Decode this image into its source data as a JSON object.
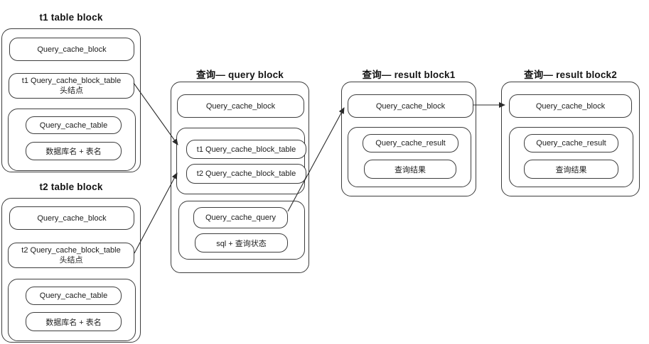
{
  "colors": {
    "stroke": "#3d3d3d",
    "arrow": "#2b2b2b",
    "text": "#1c1c1c",
    "background": "#ffffff"
  },
  "blocks": {
    "t1": {
      "title": "t1 table block",
      "query_cache_block": "Query_cache_block",
      "block_table": "t1 Query_cache_block_table",
      "head_node": "头结点",
      "query_cache_table": "Query_cache_table",
      "db_and_table_name": "数据库名 + 表名"
    },
    "t2": {
      "title": "t2 table block",
      "query_cache_block": "Query_cache_block",
      "block_table": "t2 Query_cache_block_table",
      "head_node": "头结点",
      "query_cache_table": "Query_cache_table",
      "db_and_table_name": "数据库名 + 表名"
    },
    "query": {
      "title": "查询— query block",
      "query_cache_block": "Query_cache_block",
      "t1_block_table": "t1 Query_cache_block_table",
      "t2_block_table": "t2 Query_cache_block_table",
      "query_cache_query": "Query_cache_query",
      "sql_and_status": "sql + 查询状态"
    },
    "result1": {
      "title": "查询— result block1",
      "query_cache_block": "Query_cache_block",
      "query_cache_result": "Query_cache_result",
      "query_result": "查询结果"
    },
    "result2": {
      "title": "查询— result block2",
      "query_cache_block": "Query_cache_block",
      "query_cache_result": "Query_cache_result",
      "query_result": "查询结果"
    }
  }
}
